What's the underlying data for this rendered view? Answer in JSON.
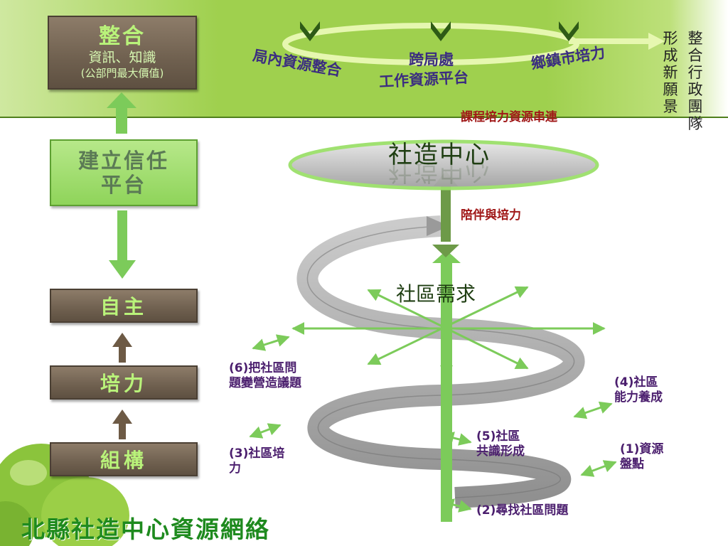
{
  "title": "北縣社造中心資源網絡",
  "left_column": {
    "integration": {
      "title": "整合",
      "line2": "資訊、知識",
      "line3": "(公部門最大價值)"
    },
    "trust": {
      "line1": "建立信任",
      "line2": "平台"
    },
    "autonomy": "自主",
    "empowerment": "培力",
    "organize": "組構"
  },
  "top_cycle": {
    "local": "局內資源整合",
    "cross_line1": "跨局處",
    "cross_line2": "工作資源平台",
    "township": "鄉鎮市培力",
    "vision": "形成新願景",
    "team": "整合行政團隊"
  },
  "center": {
    "course": "課程培力資源串連",
    "center_name": "社造中心",
    "accompany": "陪伴與培力",
    "needs": "社區需求"
  },
  "steps": {
    "s1": {
      "line1": "(1)資源",
      "line2": "盤點"
    },
    "s2": "(2)尋找社區問題",
    "s3": {
      "line1": "(3)社區培",
      "line2": "力"
    },
    "s4": {
      "line1": "(4)社區",
      "line2": "能力養成"
    },
    "s5": {
      "line1": "(5)社區",
      "line2": "共識形成"
    },
    "s6": {
      "line1": "(6)把社區問",
      "line2": "題變營造議題"
    }
  },
  "colors": {
    "banner_green": "#9fd04e",
    "box_brown": "#6f604f",
    "box_text_green": "#b9f37a",
    "arrow_green": "#7ccb5a",
    "spiral_gray": "#9a9a9a",
    "step_purple": "#4b1f6e",
    "accent_red": "#a01818",
    "title_green": "#1e8a1e"
  }
}
